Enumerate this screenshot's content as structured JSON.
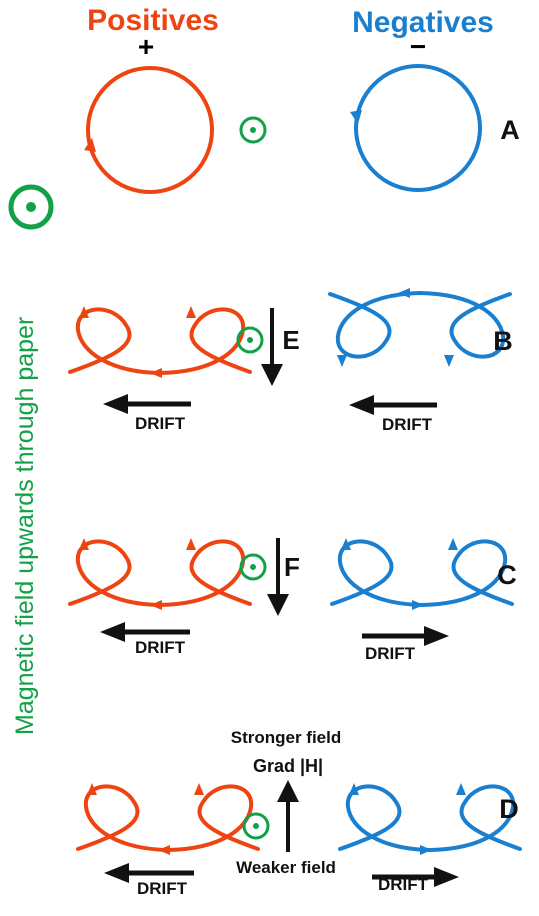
{
  "headers": {
    "positives": "Positives",
    "negatives": "Negatives",
    "plus": "+",
    "minus": "−"
  },
  "side_label": "Magnetic field upwards through paper",
  "rows": {
    "a": {
      "label": "A"
    },
    "b": {
      "label": "B",
      "field_label": "E",
      "left_drift": "DRIFT",
      "right_drift": "DRIFT"
    },
    "c": {
      "label": "C",
      "field_label": "F",
      "left_drift": "DRIFT",
      "right_drift": "DRIFT"
    },
    "d": {
      "label": "D",
      "stronger": "Stronger field",
      "grad": "Grad |H|",
      "weaker": "Weaker field",
      "left_drift": "DRIFT",
      "right_drift": "DRIFT"
    }
  },
  "colors": {
    "positive": "#ee4411",
    "negative": "#1b7fcf",
    "field_symbol": "#12a048",
    "arrow": "#111111"
  },
  "icons": {
    "field_out": "circled-dot-icon",
    "drift_arrow": "arrow-icon"
  }
}
